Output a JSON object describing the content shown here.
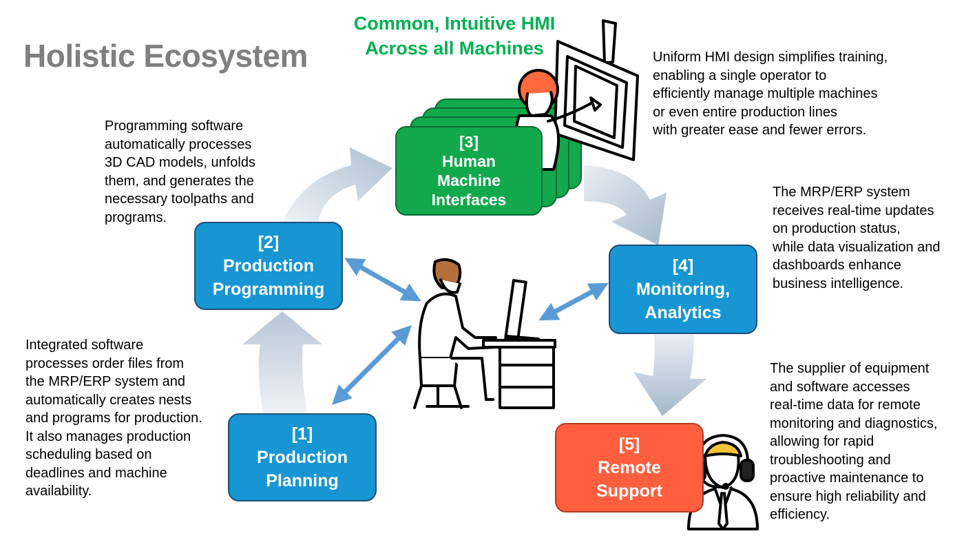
{
  "title": "Holistic Ecosystem",
  "hmi_heading": [
    "Common, Intuitive HMI",
    "Across all Machines"
  ],
  "nodes": {
    "planning": {
      "lines": [
        "[1]",
        "Production",
        "Planning"
      ]
    },
    "programming": {
      "lines": [
        "[2]",
        "Production",
        "Programming"
      ]
    },
    "hmi": {
      "lines": [
        "[3]",
        "Human",
        "Machine",
        "Interfaces"
      ]
    },
    "monitoring": {
      "lines": [
        "[4]",
        "Monitoring,",
        "Analytics"
      ]
    },
    "support": {
      "lines": [
        "[5]",
        "Remote",
        "Support"
      ]
    }
  },
  "descriptions": {
    "planning": [
      "Integrated software",
      "processes order files from",
      "the MRP/ERP system and",
      "automatically creates nests",
      "and programs for production.",
      "It also manages production",
      "scheduling based on",
      "deadlines and machine",
      "availability."
    ],
    "programming": [
      "Programming software",
      "automatically processes",
      "3D CAD models, unfolds",
      "them, and generates the",
      "necessary toolpaths and",
      "programs."
    ],
    "hmi": [
      "Uniform HMI design simplifies training,",
      "enabling a single operator to",
      "efficiently manage multiple machines",
      "or even entire production lines",
      "with greater ease and fewer errors."
    ],
    "monitoring": [
      "The MRP/ERP system",
      "receives real-time updates",
      "on production status,",
      "while data visualization and",
      "dashboards enhance",
      "business intelligence."
    ],
    "support": [
      "The supplier of equipment",
      "and software accesses",
      "real-time data for remote",
      "monitoring and diagnostics,",
      "allowing for rapid",
      "troubleshooting and",
      "proactive maintenance to",
      "ensure high reliability and",
      "efficiency."
    ]
  },
  "icons": {
    "central": "person-at-computer-icon",
    "hmi": "operator-touchscreen-icon",
    "support": "headset-agent-icon"
  },
  "colors": {
    "title": "#7f7f7f",
    "hmi_heading": "#00b050",
    "blue_node": "#1796d3",
    "green_node": "#12a84c",
    "red_node": "#ff5f3f",
    "cycle_arrow": "#b8c6d6",
    "link_arrow": "#5b9bd5"
  }
}
